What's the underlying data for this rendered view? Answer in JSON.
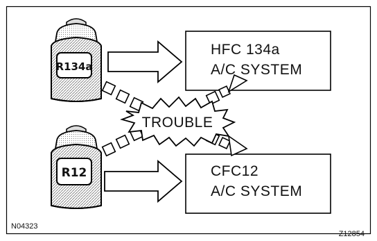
{
  "figure": {
    "top_box": {
      "line1": "HFC 134a",
      "line2": "A/C SYSTEM"
    },
    "bottom_box": {
      "line1": "CFC12",
      "line2": "A/C SYSTEM"
    },
    "top_can_label": "R134a",
    "bottom_can_label": "R12",
    "trouble_label": "TROUBLE",
    "code_left": "N04323",
    "code_right": "Z12854"
  },
  "icons": [
    "refrigerant-can-icon",
    "right-arrow-icon",
    "trouble-burst-icon"
  ]
}
